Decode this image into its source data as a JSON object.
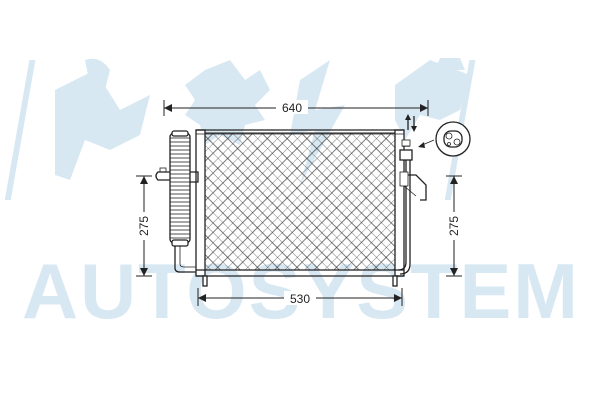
{
  "drawing": {
    "dimensions": {
      "top_width": "640",
      "bottom_width": "530",
      "left_height": "275",
      "right_height": "275"
    },
    "watermark": {
      "text": "AUTOSYSTEM",
      "color": "#b9d6ea"
    },
    "line_color": "#222222"
  }
}
